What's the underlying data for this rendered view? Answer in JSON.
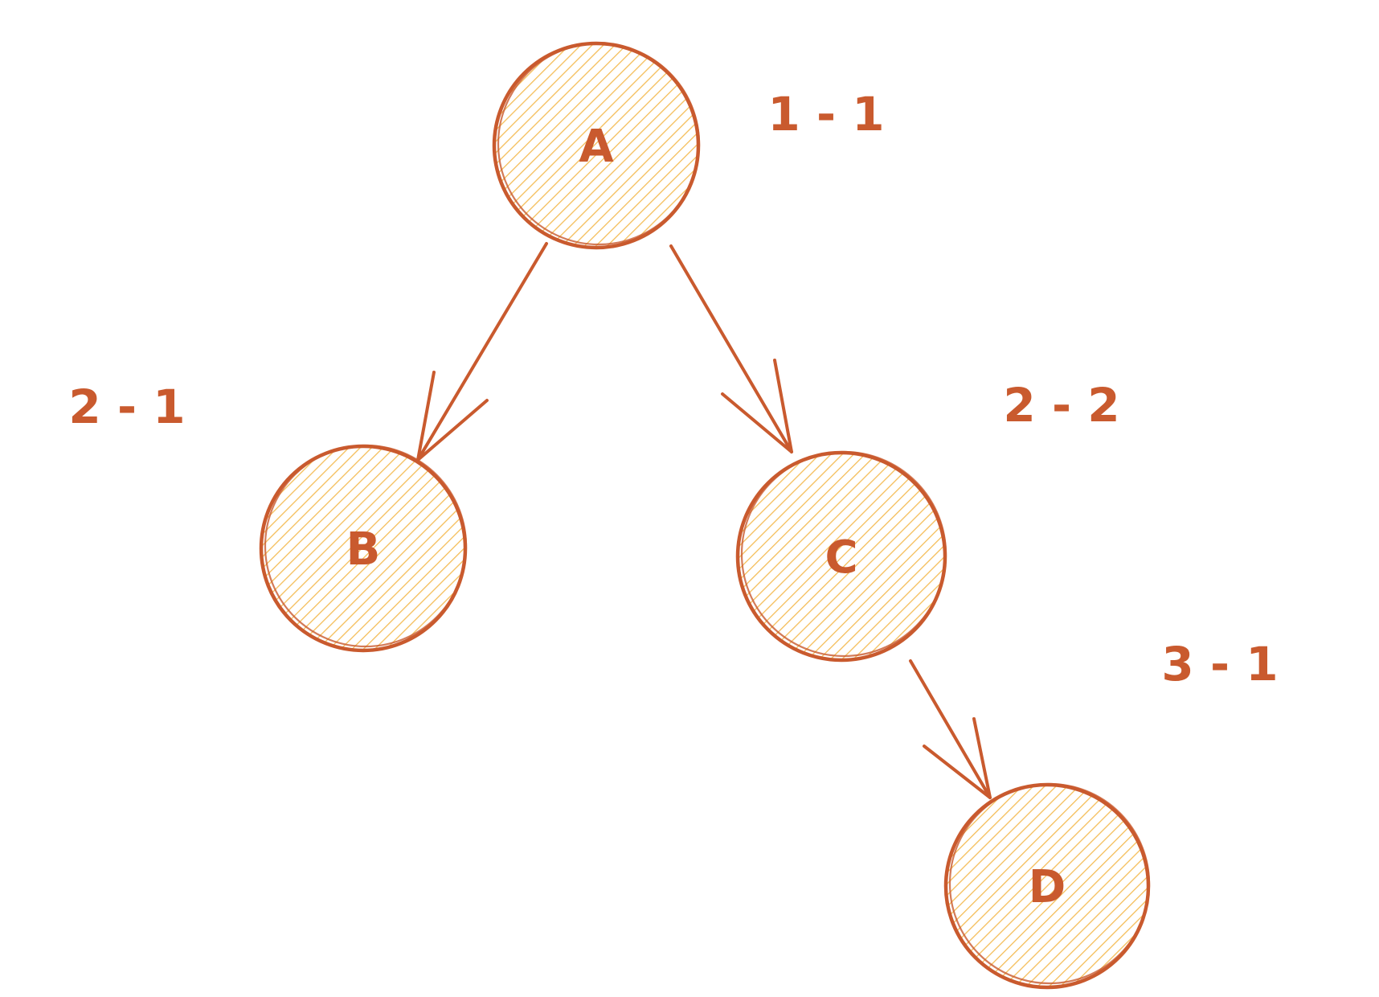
{
  "colors": {
    "stroke": "#c95a2e",
    "hatch": "#f2b23a",
    "text": "#c95a2e",
    "background": "#ffffff"
  },
  "nodes": {
    "a": {
      "label": "A"
    },
    "b": {
      "label": "B"
    },
    "c": {
      "label": "C"
    },
    "d": {
      "label": "D"
    }
  },
  "levels": {
    "a": "1 - 1",
    "b": "2 - 1",
    "c": "2 - 2",
    "d": "3 - 1"
  },
  "edges": [
    {
      "from": "A",
      "to": "B"
    },
    {
      "from": "A",
      "to": "C"
    },
    {
      "from": "C",
      "to": "D"
    }
  ],
  "watermark": ""
}
